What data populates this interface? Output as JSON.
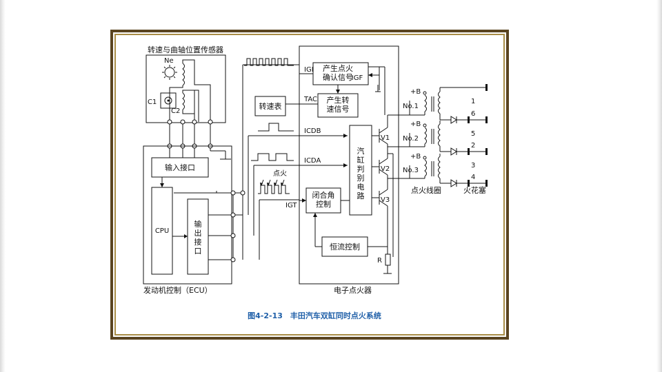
{
  "diagram": {
    "caption": "图4-2-13　丰田汽车双缸同时点火系统",
    "sensor": {
      "title": "转速与曲轴位置传感器",
      "ne": "Ne",
      "c1": "C1",
      "c2": "C2"
    },
    "ecu": {
      "title": "发动机控制（ECU）",
      "input": "输入接口",
      "cpu": "CPU",
      "output": "输\n出\n接\n口"
    },
    "igniter": {
      "title": "电子点火器",
      "confirm": "产生点火\n确认信号",
      "confirm_pin": "IGF",
      "tach_gen": "产生转\n速信号",
      "discriminator": "汽\n缸\n判\n别\n电\n路",
      "dwell": "闭合角\n控制",
      "current": "恒流控制",
      "resistor": "R",
      "transistors": [
        "V1",
        "V2",
        "V3"
      ]
    },
    "tachometer": "转速表",
    "signals": {
      "igf": "IGF",
      "tac": "TAC",
      "icdb": "ICDB",
      "icda": "ICDA",
      "igt": "IGT",
      "ignition": "点火"
    },
    "coils": {
      "label": "点火线圈",
      "supply": [
        "+B",
        "+B",
        "+B"
      ],
      "names": [
        "No.1",
        "No.2",
        "No.3"
      ]
    },
    "plugs": {
      "label": "火花塞",
      "numbers": [
        "1",
        "6",
        "5",
        "2",
        "3",
        "4"
      ]
    }
  }
}
